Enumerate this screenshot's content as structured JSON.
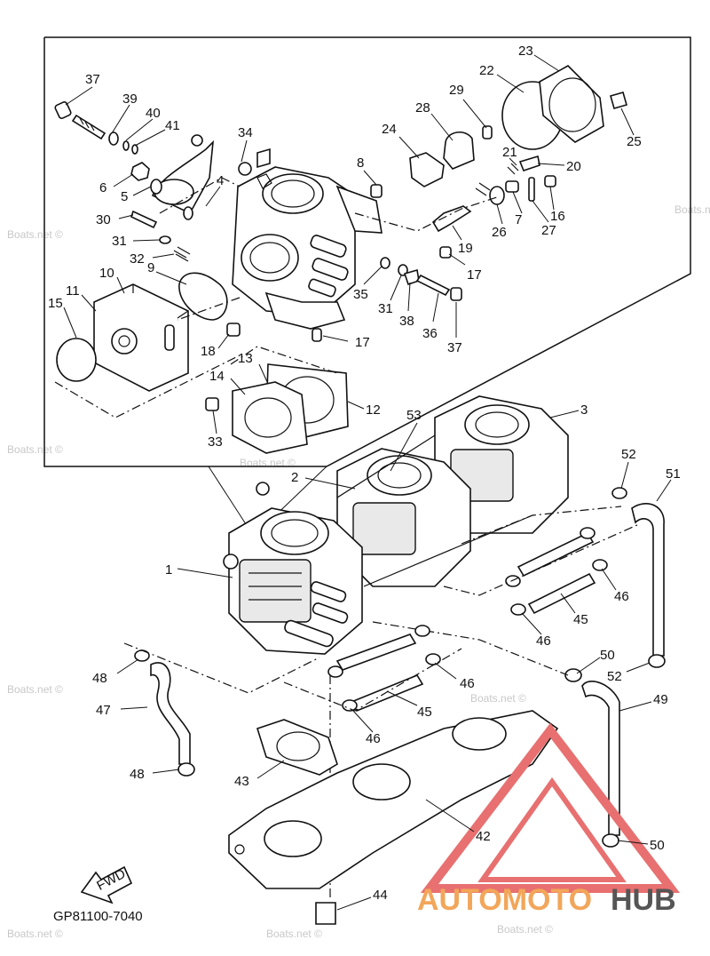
{
  "diagram": {
    "part_code": "GP81100-7040",
    "fwd_label": "FWD",
    "watermark": "Boats.net ©",
    "logo": {
      "prefix": "AUTOMOTO",
      "suffix": "HUB",
      "accent_color": "#f2a65a",
      "dark_color": "#555555",
      "triangle_color": "#e87070"
    },
    "callouts": [
      {
        "id": "c37a",
        "text": "37"
      },
      {
        "id": "c39",
        "text": "39"
      },
      {
        "id": "c40",
        "text": "40"
      },
      {
        "id": "c41",
        "text": "41"
      },
      {
        "id": "c34",
        "text": "34"
      },
      {
        "id": "c6",
        "text": "6"
      },
      {
        "id": "c5",
        "text": "5"
      },
      {
        "id": "c4",
        "text": "4"
      },
      {
        "id": "c30",
        "text": "30"
      },
      {
        "id": "c31a",
        "text": "31"
      },
      {
        "id": "c32",
        "text": "32"
      },
      {
        "id": "c9",
        "text": "9"
      },
      {
        "id": "c10",
        "text": "10"
      },
      {
        "id": "c11",
        "text": "11"
      },
      {
        "id": "c15",
        "text": "15"
      },
      {
        "id": "c18",
        "text": "18"
      },
      {
        "id": "c17a",
        "text": "17"
      },
      {
        "id": "c8",
        "text": "8"
      },
      {
        "id": "c24",
        "text": "24"
      },
      {
        "id": "c28",
        "text": "28"
      },
      {
        "id": "c29",
        "text": "29"
      },
      {
        "id": "c22",
        "text": "22"
      },
      {
        "id": "c23",
        "text": "23"
      },
      {
        "id": "c25",
        "text": "25"
      },
      {
        "id": "c21",
        "text": "21"
      },
      {
        "id": "c20",
        "text": "20"
      },
      {
        "id": "c16",
        "text": "16"
      },
      {
        "id": "c7",
        "text": "7"
      },
      {
        "id": "c26",
        "text": "26"
      },
      {
        "id": "c27",
        "text": "27"
      },
      {
        "id": "c19",
        "text": "19"
      },
      {
        "id": "c17b",
        "text": "17"
      },
      {
        "id": "c35",
        "text": "35"
      },
      {
        "id": "c31b",
        "text": "31"
      },
      {
        "id": "c38",
        "text": "38"
      },
      {
        "id": "c36",
        "text": "36"
      },
      {
        "id": "c37b",
        "text": "37"
      },
      {
        "id": "c13",
        "text": "13"
      },
      {
        "id": "c14",
        "text": "14"
      },
      {
        "id": "c12",
        "text": "12"
      },
      {
        "id": "c33",
        "text": "33"
      },
      {
        "id": "c53",
        "text": "53"
      },
      {
        "id": "c3",
        "text": "3"
      },
      {
        "id": "c2",
        "text": "2"
      },
      {
        "id": "c1",
        "text": "1"
      },
      {
        "id": "c52a",
        "text": "52"
      },
      {
        "id": "c51",
        "text": "51"
      },
      {
        "id": "c46a",
        "text": "46"
      },
      {
        "id": "c45a",
        "text": "45"
      },
      {
        "id": "c46b",
        "text": "46"
      },
      {
        "id": "c50a",
        "text": "50"
      },
      {
        "id": "c52b",
        "text": "52"
      },
      {
        "id": "c48a",
        "text": "48"
      },
      {
        "id": "c47",
        "text": "47"
      },
      {
        "id": "c46c",
        "text": "46"
      },
      {
        "id": "c45b",
        "text": "45"
      },
      {
        "id": "c46d",
        "text": "46"
      },
      {
        "id": "c49",
        "text": "49"
      },
      {
        "id": "c48b",
        "text": "48"
      },
      {
        "id": "c43",
        "text": "43"
      },
      {
        "id": "c42",
        "text": "42"
      },
      {
        "id": "c50b",
        "text": "50"
      },
      {
        "id": "c44",
        "text": "44"
      }
    ]
  }
}
